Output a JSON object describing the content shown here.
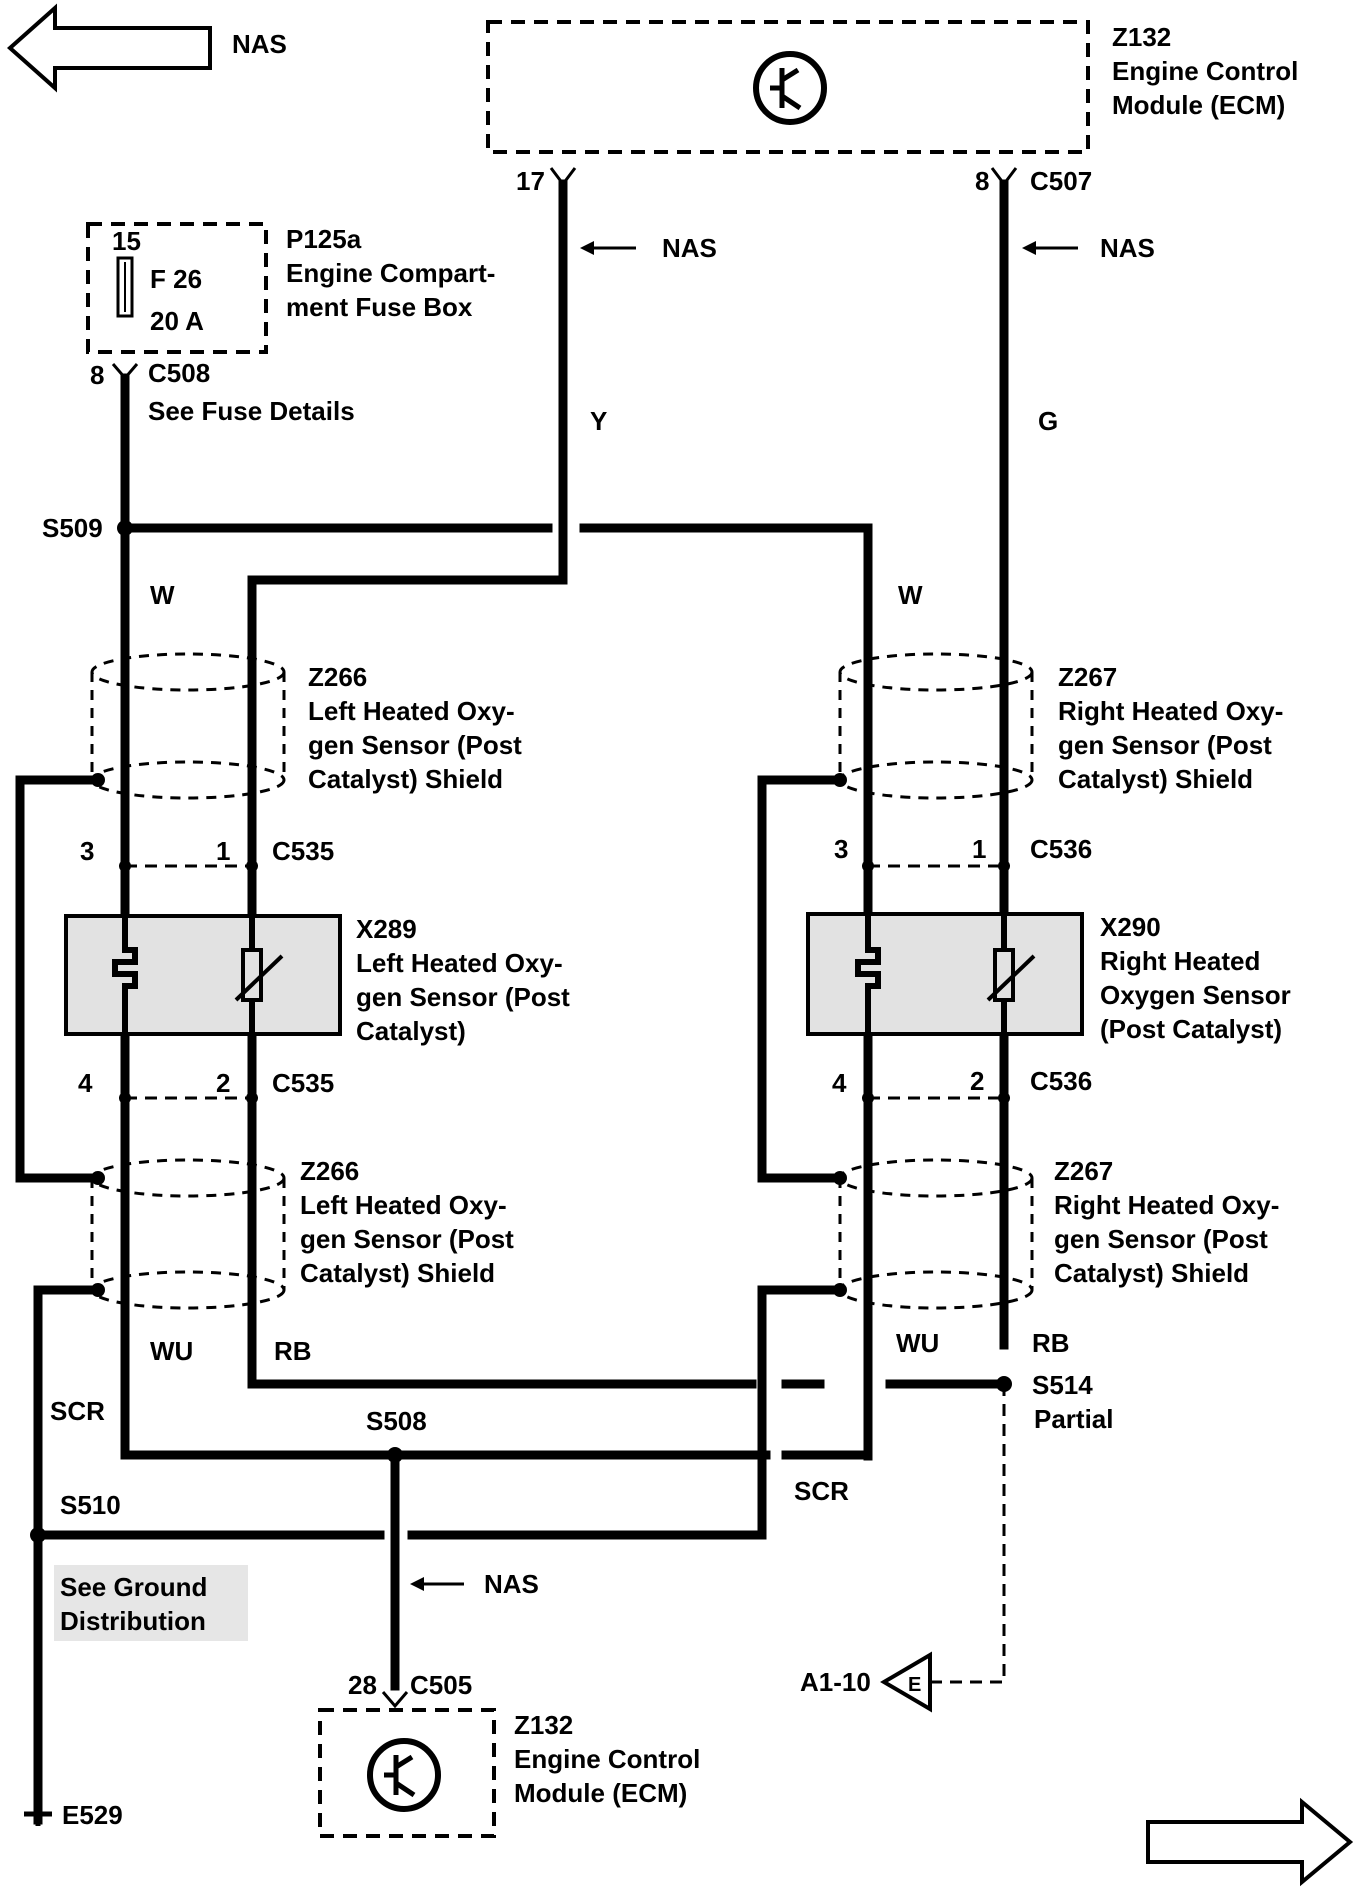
{
  "nav": {
    "prev_label": "NAS"
  },
  "ecm_top": {
    "id": "Z132",
    "line1": "Engine Control",
    "line2": "Module (ECM)",
    "pin_left": "17",
    "pin_right": "8",
    "connector": "C507"
  },
  "wires": {
    "y": "Y",
    "g": "G",
    "w_left": "W",
    "w_right": "W",
    "wu_left": "WU",
    "rb_left": "RB",
    "wu_right": "WU",
    "rb_right": "RB",
    "scr_left": "SCR",
    "scr_right": "SCR"
  },
  "nas_labels": {
    "left": "NAS",
    "right": "NAS",
    "bottom": "NAS"
  },
  "fuse_box": {
    "pin_top": "15",
    "fuse": "F 26",
    "rating": "20 A",
    "id": "P125a",
    "line1": "Engine Compart-",
    "line2": "ment Fuse Box",
    "pin": "8",
    "connector": "C508",
    "details": "See Fuse Details"
  },
  "splices": {
    "s509": "S509",
    "s508": "S508",
    "s510": "S510",
    "s514": "S514",
    "s514_note": "Partial"
  },
  "left_shield_top": {
    "id": "Z266",
    "l1": "Left Heated Oxy-",
    "l2": "gen Sensor (Post",
    "l3": "Catalyst) Shield"
  },
  "right_shield_top": {
    "id": "Z267",
    "l1": "Right Heated Oxy-",
    "l2": "gen Sensor (Post",
    "l3": "Catalyst) Shield"
  },
  "left_sensor": {
    "id": "X289",
    "l1": "Left Heated Oxy-",
    "l2": "gen Sensor (Post",
    "l3": "Catalyst)",
    "pin_a": "3",
    "pin_b": "1",
    "pin_c": "4",
    "pin_d": "2",
    "connector_top": "C535",
    "connector_bottom": "C535"
  },
  "right_sensor": {
    "id": "X290",
    "l1": "Right Heated",
    "l2": "Oxygen Sensor",
    "l3": "(Post Catalyst)",
    "pin_a": "3",
    "pin_b": "1",
    "pin_c": "4",
    "pin_d": "2",
    "connector_top": "C536",
    "connector_bottom": "C536"
  },
  "left_shield_bottom": {
    "id": "Z266",
    "l1": "Left Heated Oxy-",
    "l2": "gen Sensor (Post",
    "l3": "Catalyst) Shield"
  },
  "right_shield_bottom": {
    "id": "Z267",
    "l1": "Right Heated Oxy-",
    "l2": "gen Sensor (Post",
    "l3": "Catalyst) Shield"
  },
  "ground": {
    "l1": "See Ground",
    "l2": "Distribution",
    "id": "E529"
  },
  "ecm_bottom": {
    "pin": "28",
    "connector": "C505",
    "id": "Z132",
    "line1": "Engine Control",
    "line2": "Module (ECM)"
  },
  "offpage": {
    "ref": "A1-10",
    "letter": "E"
  }
}
